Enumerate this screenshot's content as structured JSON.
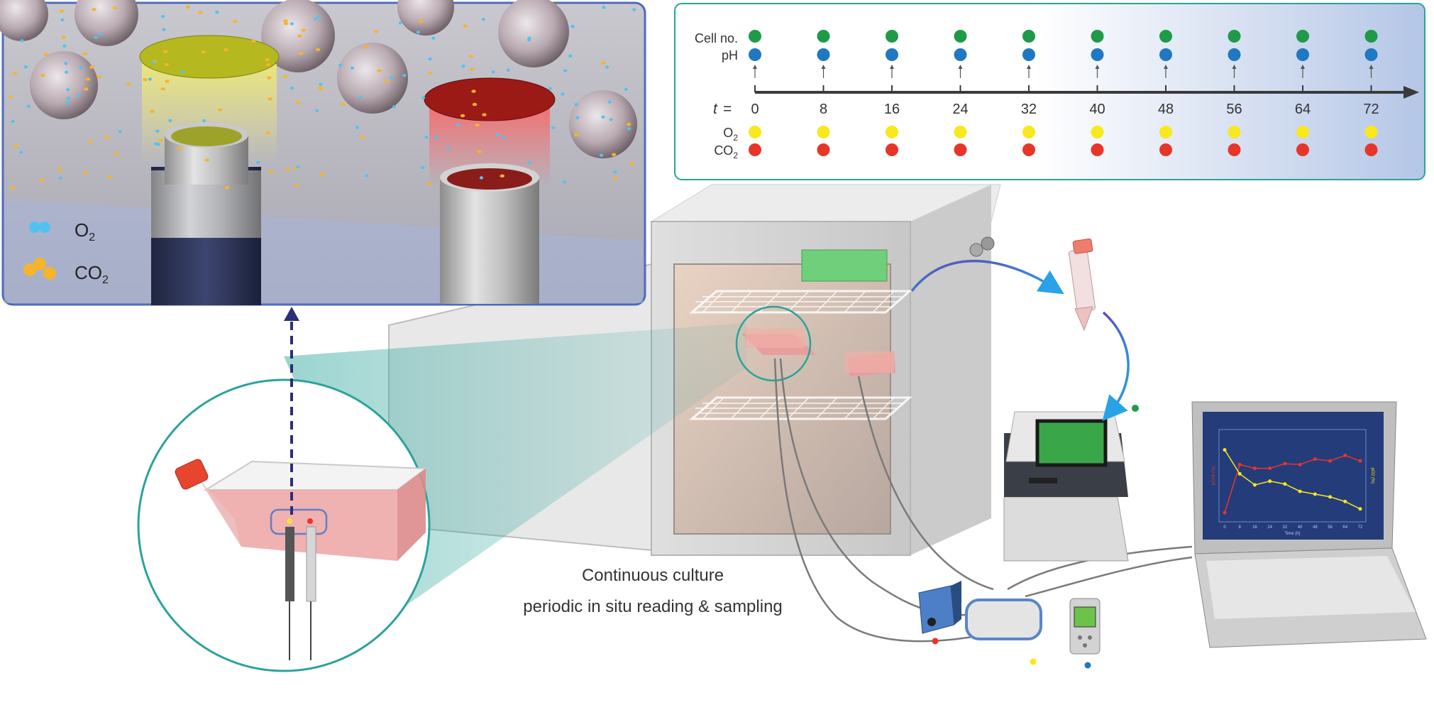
{
  "timeline": {
    "t_label": "t",
    "t_equals": "=",
    "row_labels": {
      "cell": "Cell no.",
      "ph": "pH",
      "o2_main": "O",
      "o2_sub": "2",
      "co2_main": "CO",
      "co2_sub": "2"
    },
    "time_points": [
      "0",
      "8",
      "16",
      "24",
      "32",
      "40",
      "48",
      "56",
      "64",
      "72"
    ],
    "colors": {
      "cell": "#1e9a48",
      "ph": "#1f78c1",
      "o2": "#f8e81e",
      "co2": "#e8352a",
      "axis": "#3a3a3a"
    }
  },
  "inset": {
    "legend": [
      {
        "main": "O",
        "sub": "2",
        "color": "#52c3f0"
      },
      {
        "main": "CO",
        "sub": "2",
        "color": "#f6b42c"
      }
    ]
  },
  "caption": {
    "line1": "Continuous culture",
    "line2": "periodic in situ reading & sampling"
  },
  "indicator_colors": {
    "counter": "#1e9a48",
    "ph_meter": "#1f78c1",
    "o2_reader": "#f8e81e",
    "co2_reader": "#e8352a"
  },
  "laptop_chart": {
    "x": [
      0,
      8,
      16,
      24,
      32,
      40,
      48,
      56,
      64,
      72
    ],
    "co2": [
      0.1,
      0.62,
      0.58,
      0.58,
      0.63,
      0.62,
      0.68,
      0.66,
      0.72,
      0.66
    ],
    "o2": [
      0.78,
      0.52,
      0.4,
      0.44,
      0.41,
      0.33,
      0.3,
      0.27,
      0.22,
      0.14
    ],
    "xlabel": "Time (h)",
    "ylabel_left": "pCO2 (%)",
    "ylabel_right": "pO2 (%)"
  }
}
